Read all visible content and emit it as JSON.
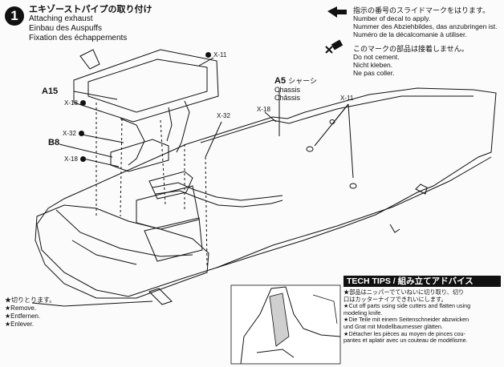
{
  "step": {
    "number": "1"
  },
  "title": {
    "jp": "エキゾーストパイプの取り付け",
    "en": "Attaching exhaust",
    "de": "Einbau des Auspuffs",
    "fr": "Fixation des échappements"
  },
  "legend": {
    "decal_jp": "指示の番号のスライドマークをはります。",
    "decal_en": "Number of decal to apply.",
    "decal_de": "Nummer des Abziehbildes, das anzubringen ist.",
    "decal_fr": "Numéro de la décalcomanie à utiliser.",
    "nocement_jp": "このマークの部品は接着しません。",
    "nocement_en": "Do not cement.",
    "nocement_de": "Nicht kleben.",
    "nocement_fr": "Ne pas coller."
  },
  "parts": {
    "a15": "A15",
    "a5": "A5",
    "a5_jp": "シャーシ",
    "a5_en": "Chassis",
    "a5_fr": "Châssis",
    "b8": "B8"
  },
  "screws": {
    "s1": "X-11",
    "s2": "X-18",
    "s3": "X-32",
    "s4": "X-18",
    "s5": "X-32",
    "s6": "X-18",
    "s7": "X-11"
  },
  "remove": {
    "jp": "★切りとります。",
    "en": "★Remove.",
    "de": "★Entfernen.",
    "fr": "★Enlever."
  },
  "tech_tips": {
    "title": "TECH TIPS / 組み立てアドバイス",
    "lines": [
      "★部品はニッパーでていねいに切り取り、切り",
      "口はカッターナイフできれいにします。",
      "★Cut off parts using side cutters and flatten using",
      "modeling knife.",
      "★Die Teile mit einem Seitenschneider abzwicken",
      "und Grat mit Modellbaumesser glätten.",
      "★Détacher les pièces au moyen de pinces cou-",
      "pantes et aplatir avec un couteau de modélisme."
    ]
  }
}
